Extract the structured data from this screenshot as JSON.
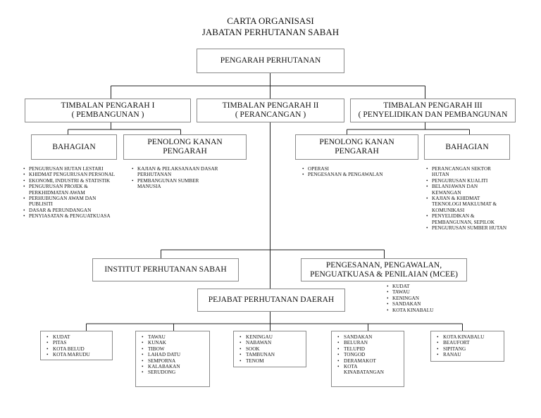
{
  "title": {
    "line1": "CARTA ORGANISASI",
    "line2": "JABATAN PERHUTANAN SABAH"
  },
  "director": "PENGARAH PERHUTANAN",
  "deputies": [
    {
      "line1": "TIMBALAN PENGARAH I",
      "line2": "( PEMBANGUNAN )"
    },
    {
      "line1": "TIMBALAN PENGARAH II",
      "line2": "( PERANCANGAN )"
    },
    {
      "line1": "TIMBALAN PENGARAH III",
      "line2": "( PENYELIDIKAN DAN PEMBANGUNAN"
    }
  ],
  "units": {
    "bahagian_left": "BAHAGIAN",
    "pkp_left": {
      "line1": "PENOLONG KANAN",
      "line2": "PENGARAH"
    },
    "pkp_right": {
      "line1": "PENOLONG KANAN",
      "line2": "PENGARAH"
    },
    "bahagian_right": "BAHAGIAN"
  },
  "lists": {
    "bahagian_left": [
      "PENGURUSAN HUTAN LESTARI",
      "KHIDMAT PENGURUSAN PERSONAL",
      "EKONOMI, INDUSTRI & STATISTIK",
      "PENGURUSAN PROJEK &",
      "PERKHIDMATAN AWAM",
      "PERHUBUNGAN AWAM DAN",
      "PUBLISITI",
      "DASAR & PERUNDANGAN",
      "PENYIASATAN & PENGUATKUASA"
    ],
    "pkp_left": [
      "KAJIAN & PELAKSANAAN DASAR",
      "PERHUTANAN",
      "PEMBANGUNAN SUMBER",
      "MANUSIA"
    ],
    "pkp_right": [
      "OPERASI",
      "PENGESANAN & PENGAWALAN"
    ],
    "bahagian_right": [
      "PERANCANGAN SEKTOR",
      "HUTAN",
      "PENGURUSAN KUALITI",
      "BELANJAWAN DAN",
      "KEWANGAN",
      "KAJIAN & KHIDMAT",
      "TEKNOLOGI MAKLUMAT &",
      "KOMUNIKASI",
      "PENYELIDIKAN &",
      "PEMBANGUNAN, SEPILOK",
      "PENGURUSAN SUMBER HUTAN"
    ]
  },
  "institute": "INSTITUT PERHUTANAN SABAH",
  "mcee": {
    "line1": "PENGESANAN, PENGAWALAN,",
    "line2": "PENGUATKUASA & PENILAIAN (MCEE)"
  },
  "mcee_list": [
    "KUDAT",
    "TAWAU",
    "KENINGAN",
    "SANDAKAN",
    "KOTA KINABALU"
  ],
  "district_office": "PEJABAT PERHUTANAN DAERAH",
  "districts": [
    [
      "KUDAT",
      "PITAS",
      "KOTA BELUD",
      "KOTA MARUDU"
    ],
    [
      "TAWAU",
      "KUNAK",
      "TIBOW",
      "LAHAD DATU",
      "SEMPORNA",
      "KALABAKAN",
      "SERUDONG"
    ],
    [
      "KENINGAU",
      "NABAWAN",
      "SOOK",
      "TAMBUNAN",
      "TENOM"
    ],
    [
      "SANDAKAN",
      "BELURAN",
      "TELUPID",
      "TONGOD",
      "DERAMAKOT",
      "KOTA",
      "KINABATANGAN"
    ],
    [
      "KOTA KINABALU",
      "BEAUFORT",
      "SIPITANG",
      "RANAU"
    ]
  ]
}
